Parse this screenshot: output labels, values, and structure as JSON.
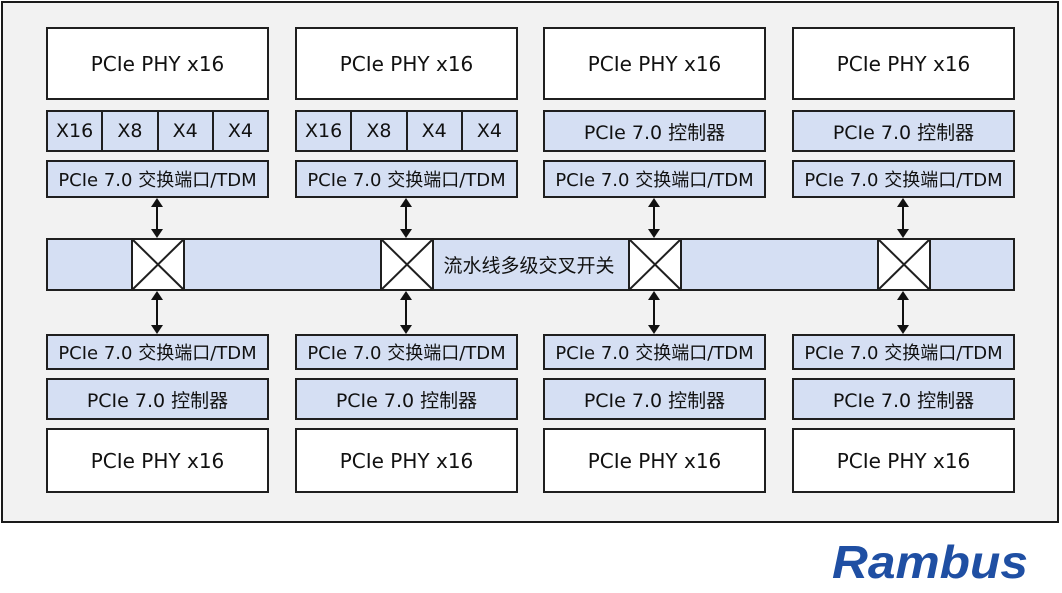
{
  "diagram": {
    "top_columns": [
      {
        "phy": "PCIe PHY x16",
        "lanes": [
          "X16",
          "X8",
          "X4",
          "X4"
        ],
        "port": "PCIe 7.0 交换端口/TDM"
      },
      {
        "phy": "PCIe PHY x16",
        "lanes": [
          "X16",
          "X8",
          "X4",
          "X4"
        ],
        "port": "PCIe 7.0 交换端口/TDM"
      },
      {
        "phy": "PCIe PHY x16",
        "controller": "PCIe 7.0 控制器",
        "port": "PCIe 7.0 交换端口/TDM"
      },
      {
        "phy": "PCIe PHY x16",
        "controller": "PCIe 7.0 控制器",
        "port": "PCIe 7.0 交换端口/TDM"
      }
    ],
    "pipeline_label": "流水线多级交叉开关",
    "bottom_columns": [
      {
        "port": "PCIe 7.0 交换端口/TDM",
        "controller": "PCIe 7.0 控制器",
        "phy": "PCIe PHY x16"
      },
      {
        "port": "PCIe 7.0 交换端口/TDM",
        "controller": "PCIe 7.0 控制器",
        "phy": "PCIe PHY x16"
      },
      {
        "port": "PCIe 7.0 交换端口/TDM",
        "controller": "PCIe 7.0 控制器",
        "phy": "PCIe PHY x16"
      },
      {
        "port": "PCIe 7.0 交换端口/TDM",
        "controller": "PCIe 7.0 控制器",
        "phy": "PCIe PHY x16"
      }
    ]
  },
  "branding": {
    "logo": "Rambus",
    "logo_color": "#1f4fa3"
  },
  "colors": {
    "block_fill": "#d5dff3",
    "frame_fill": "#f2f2f2",
    "border": "#1f1f1f"
  }
}
